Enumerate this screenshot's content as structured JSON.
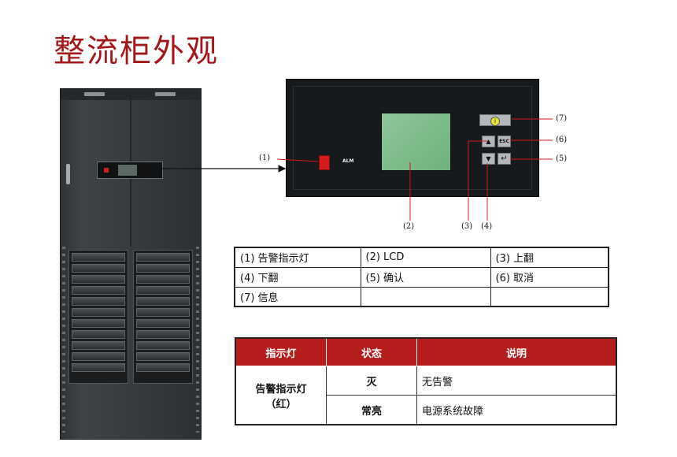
{
  "title": "整流柜外观",
  "panel": {
    "alm_label": "ALM",
    "esc_label": "ESC",
    "info_symbol": "i",
    "up_symbol": "▲",
    "down_symbol": "▼",
    "enter_symbol": "↵"
  },
  "callouts": [
    "(1)",
    "(2)",
    "(3)",
    "(4)",
    "(5)",
    "(6)",
    "(7)"
  ],
  "legend_table": {
    "rows": [
      [
        "(1) 告警指示灯",
        "(2) LCD",
        "(3) 上翻"
      ],
      [
        "(4) 下翻",
        "(5) 确认",
        "(6)  取消"
      ],
      [
        "(7) 信息",
        "",
        ""
      ]
    ]
  },
  "indicator_table": {
    "headers": [
      "指示灯",
      "状态",
      "说明"
    ],
    "indicator": "告警指示灯（红）",
    "indicator_line1": "告警指示灯",
    "indicator_line2": "（红）",
    "rows": [
      {
        "state": "灭",
        "description": "无告警"
      },
      {
        "state": "常亮",
        "description": "电源系统故障"
      }
    ]
  },
  "colors": {
    "title": "#a3171b",
    "header_bg": "#b51c1c",
    "alarm_lamp": "#d51c1c",
    "lcd": "#7fbf8c"
  }
}
